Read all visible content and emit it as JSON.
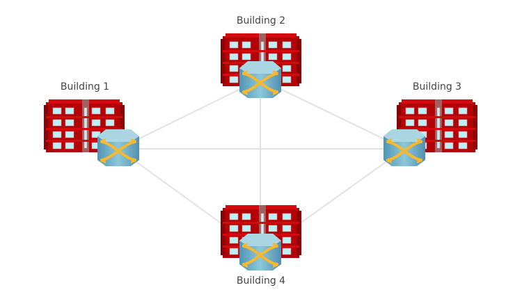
{
  "diagram": {
    "nodes": [
      {
        "id": "b1",
        "label": "Building 1",
        "icon": "building-with-switch"
      },
      {
        "id": "b2",
        "label": "Building 2",
        "icon": "building-with-switch"
      },
      {
        "id": "b3",
        "label": "Building 3",
        "icon": "building-with-switch"
      },
      {
        "id": "b4",
        "label": "Building 4",
        "icon": "building-with-switch"
      }
    ],
    "edges": [
      {
        "from": "b1",
        "to": "b2"
      },
      {
        "from": "b2",
        "to": "b3"
      },
      {
        "from": "b3",
        "to": "b4"
      },
      {
        "from": "b4",
        "to": "b1"
      },
      {
        "from": "b1",
        "to": "b3"
      },
      {
        "from": "b2",
        "to": "b4"
      }
    ],
    "colors": {
      "link": "#e2e2e2",
      "brick": "#c8060a",
      "window": "#bff0f5",
      "switch": "#6fb3cc",
      "arrows": "#f5b82e"
    }
  }
}
